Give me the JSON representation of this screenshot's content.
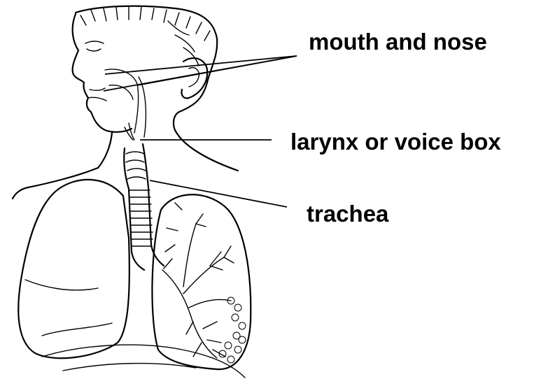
{
  "diagram": {
    "labels": {
      "mouth_and_nose": "mouth and nose",
      "larynx": "larynx or voice box",
      "trachea": "trachea"
    },
    "colors": {
      "ink": "#000000",
      "background": "#ffffff"
    }
  }
}
